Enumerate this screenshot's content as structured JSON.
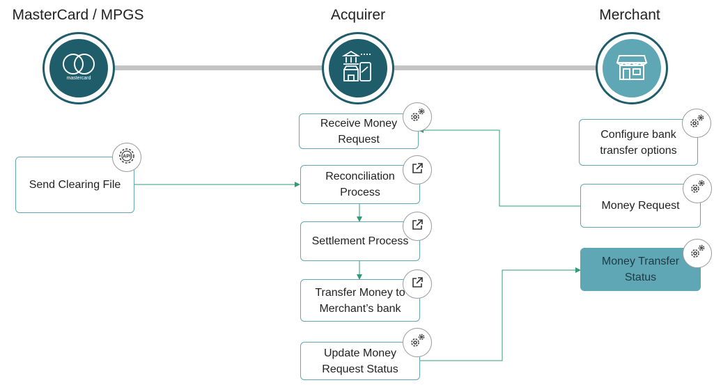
{
  "lanes": {
    "mastercard": {
      "title": "MasterCard / MPGS",
      "logo_text": "mastercard"
    },
    "acquirer": {
      "title": "Acquirer"
    },
    "merchant": {
      "title": "Merchant"
    }
  },
  "icons": {
    "mastercard_logo": "mastercard-logo-icon",
    "acquirer": "bank-pos-icon",
    "merchant": "storefront-icon",
    "api": "api-gear-icon",
    "gears": "gears-icon",
    "external": "external-link-icon"
  },
  "api_badge_text": "API",
  "colors": {
    "dark_teal": "#1f5d6a",
    "light_teal": "#5fa7b4",
    "connector": "#2e9c79",
    "track": "#c4c4c4"
  },
  "boxes": {
    "send_clearing_file": "Send Clearing File",
    "receive_money_request": "Receive Money Request",
    "reconciliation_process": "Reconciliation Process",
    "settlement_process": "Settlement Process",
    "transfer_money": "Transfer Money to Merchant’s bank",
    "update_money_request_status": "Update Money Request Status",
    "configure_bank_transfer": "Configure bank transfer options",
    "money_request": "Money Request",
    "money_transfer_status": "Money Transfer Status"
  }
}
